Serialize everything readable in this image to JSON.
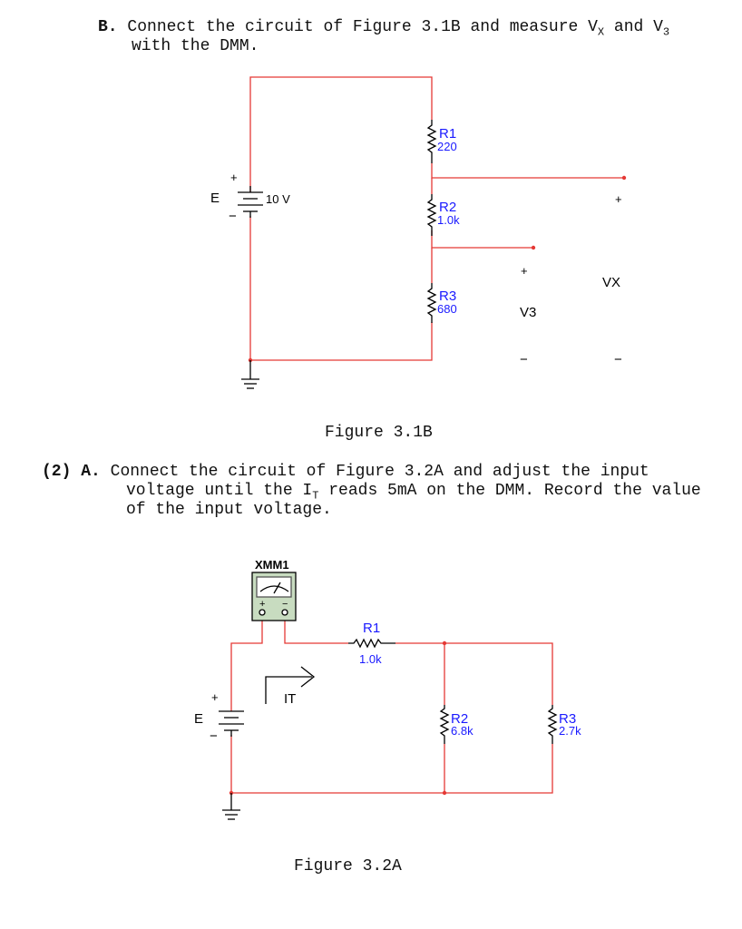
{
  "part_b": {
    "label": "B.",
    "line1": "Connect the circuit of Figure 3.1B and measure V",
    "line1_sub_x": "X",
    "line1_and": " and V",
    "line1_sub_3": "3",
    "line2": "with the DMM."
  },
  "figure_31b": {
    "caption": "Figure 3.1B",
    "source_label": "E",
    "source_value": "10 V",
    "plus": "+",
    "minus": "−",
    "r1_name": "R1",
    "r1_value": "220",
    "r2_name": "R2",
    "r2_value": "1.0k",
    "r3_name": "R3",
    "r3_value": "680",
    "v3_label": "V3",
    "vx_label": "VX"
  },
  "part_2a": {
    "number": "(2)",
    "label": "A.",
    "line1": "Connect the circuit of Figure 3.2A and adjust the input",
    "line2_pre": "voltage until the I",
    "line2_sub": "T",
    "line2_post": " reads 5mA on the DMM. Record the value",
    "line3": "of the input voltage."
  },
  "figure_32a": {
    "caption": "Figure 3.2A",
    "meter_label": "XMM1",
    "source_label": "E",
    "plus": "+",
    "minus": "−",
    "current_label": "IT",
    "r1_name": "R1",
    "r1_value": "1.0k",
    "r2_name": "R2",
    "r2_value": "6.8k",
    "r3_name": "R3",
    "r3_value": "2.7k"
  },
  "colors": {
    "wire": "#e53935",
    "component": "#000000",
    "resistor_label": "#1a1aff",
    "meter_body": "#c8dcc0"
  }
}
